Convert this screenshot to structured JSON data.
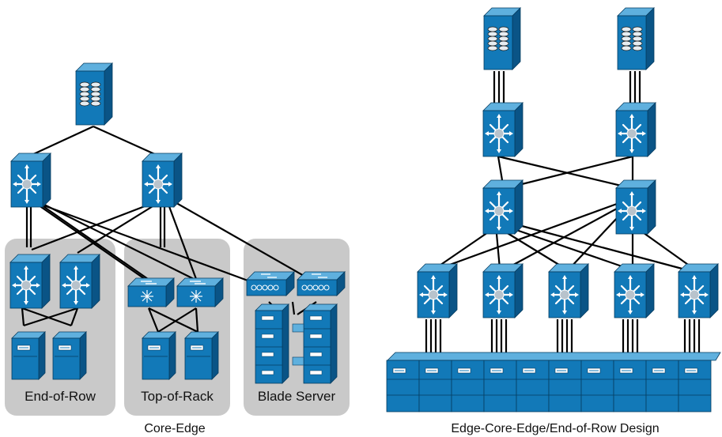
{
  "left_diagram": {
    "caption": "Core-Edge",
    "groups": [
      {
        "label": "End-of-Row"
      },
      {
        "label": "Top-of-Rack"
      },
      {
        "label": "Blade Server"
      }
    ],
    "nodes": {
      "storage": "storage-array-icon",
      "core_switches": [
        "multilayer-switch-icon",
        "multilayer-switch-icon"
      ],
      "end_of_row_switches": [
        "multilayer-switch-icon",
        "multilayer-switch-icon"
      ],
      "top_of_rack_switches": [
        "workgroup-switch-icon",
        "workgroup-switch-icon"
      ],
      "blade_switches": [
        "blade-switch-icon",
        "blade-switch-icon"
      ],
      "servers": [
        "server-icon",
        "server-icon",
        "server-icon",
        "server-icon"
      ],
      "blade_chassis": [
        "blade-chassis-icon",
        "blade-chassis-icon"
      ]
    }
  },
  "right_diagram": {
    "caption": "Edge-Core-Edge/End-of-Row Design",
    "nodes": {
      "storage": [
        "storage-array-icon",
        "storage-array-icon"
      ],
      "edge_top_switches": [
        "multilayer-switch-icon",
        "multilayer-switch-icon"
      ],
      "core_switches": [
        "multilayer-switch-icon",
        "multilayer-switch-icon"
      ],
      "access_switches": [
        "multilayer-switch-icon",
        "multilayer-switch-icon",
        "multilayer-switch-icon",
        "multilayer-switch-icon",
        "multilayer-switch-icon"
      ],
      "server_rack": "server-rack-icon"
    }
  },
  "colors": {
    "device_front": "#1279b8",
    "device_top": "#5fb0de",
    "device_side": "#0a5486",
    "group_background": "#c9c9c9",
    "link": "#000000"
  }
}
